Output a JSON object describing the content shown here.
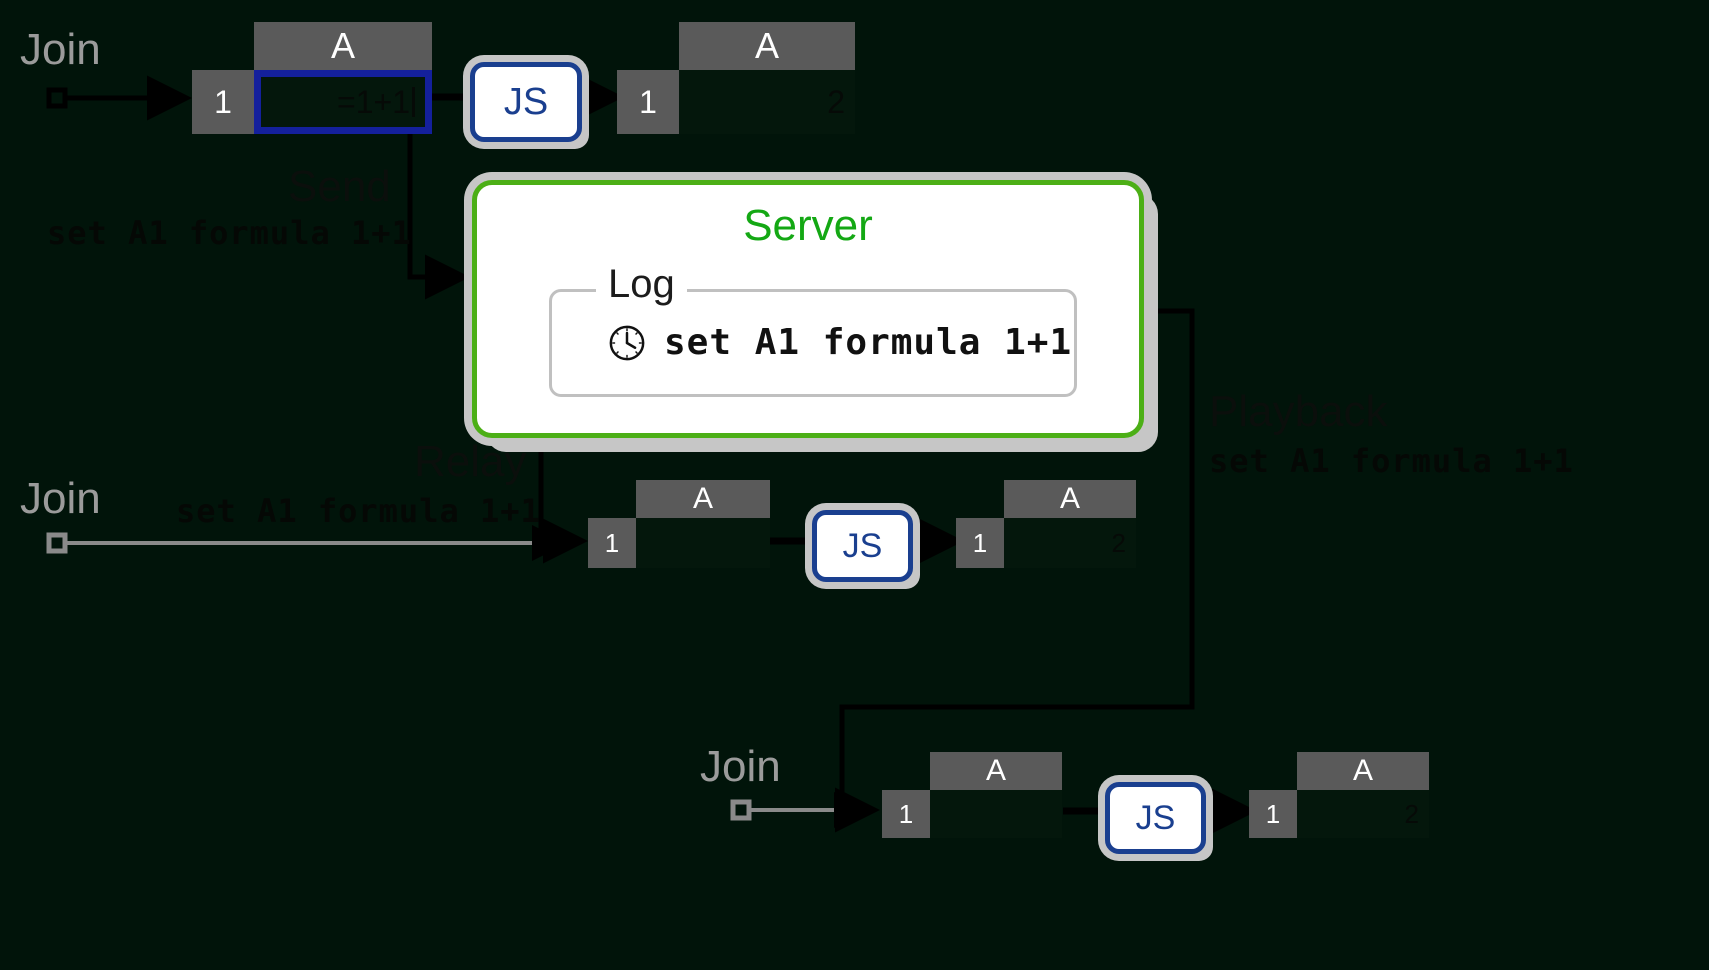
{
  "theme": {
    "background": "#01140a",
    "join_label_color": "#9b9b9b",
    "action_label_color": "#0b0f0c",
    "message_color": "#050805",
    "server_border": "#4caf16",
    "server_title_color": "#14a814",
    "js_border": "#1a3f8f",
    "sheet_header": "#5a5a5a",
    "cell_selection": "#14209c",
    "shadow": "#c6c6c6"
  },
  "labels": {
    "join": "Join",
    "send": "Send",
    "relay": "Relay",
    "playback": "Playback",
    "message": "set A1 formula 1+1",
    "js": "JS"
  },
  "server": {
    "title": "Server",
    "log_legend": "Log",
    "log_entries": [
      {
        "icon": "clock-icon",
        "text": "set A1 formula 1+1"
      }
    ]
  },
  "sheets": [
    {
      "id": "client1-input",
      "column_header": "A",
      "row_header": "1",
      "cell_value": "=1+1",
      "selected": true,
      "caret": true
    },
    {
      "id": "client1-output",
      "column_header": "A",
      "row_header": "1",
      "cell_value": "2",
      "selected": false,
      "caret": false
    },
    {
      "id": "client2-input",
      "column_header": "A",
      "row_header": "1",
      "cell_value": "",
      "selected": false,
      "caret": false
    },
    {
      "id": "client2-output",
      "column_header": "A",
      "row_header": "1",
      "cell_value": "2",
      "selected": false,
      "caret": false
    },
    {
      "id": "client3-input",
      "column_header": "A",
      "row_header": "1",
      "cell_value": "",
      "selected": false,
      "caret": false
    },
    {
      "id": "client3-output",
      "column_header": "A",
      "row_header": "1",
      "cell_value": "2",
      "selected": false,
      "caret": false
    }
  ],
  "flows": [
    {
      "id": "row1",
      "join": "Join",
      "action": "Send",
      "message": "set A1 formula 1+1"
    },
    {
      "id": "row2",
      "join": "Join",
      "action": "Relay",
      "message": "set A1 formula 1+1"
    },
    {
      "id": "row3",
      "join": "Join",
      "action": "Playback",
      "message": "set A1 formula 1+1"
    }
  ]
}
